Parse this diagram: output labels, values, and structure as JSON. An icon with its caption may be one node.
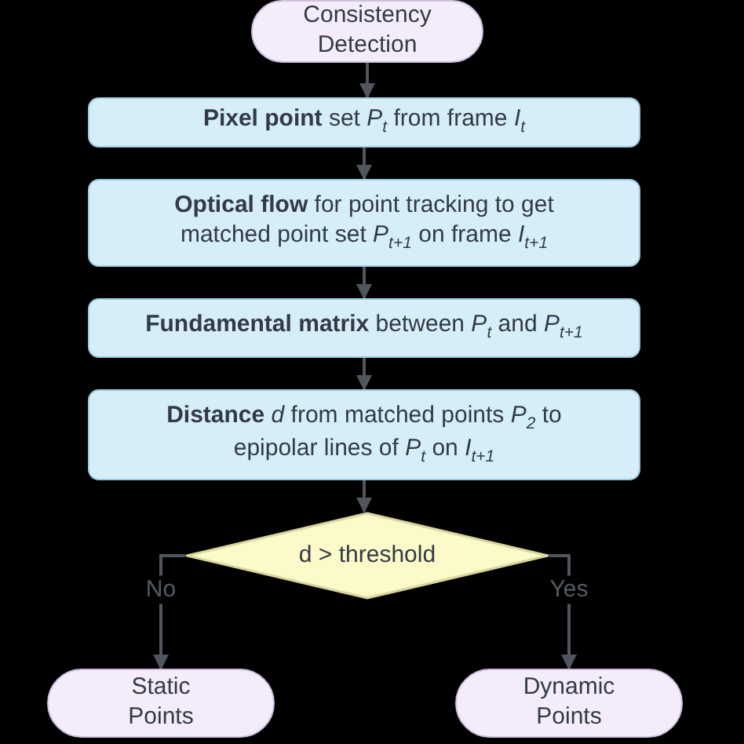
{
  "diagram": {
    "nodes": [
      {
        "text": [
          "Consistency Detection"
        ]
      },
      {
        "text": [
          "**Pixel point** set *P*$_{t}$ from frame *I*$_{t}$"
        ]
      },
      {
        "text": [
          "**Optical flow** for point tracking to get matched point set *P*$_{t+1}$ on frame *I*$_{t+1}$"
        ]
      },
      {
        "text": [
          "**Fundamental matrix** between *P*$_{t}$ and *P*$_{t+1}$"
        ]
      },
      {
        "text": [
          "**Distance** *d* from matched points *P*$_{2}$ to epipolar lines of *P*$_{t}$ on *I*$_{t+1}$"
        ]
      },
      {
        "text": [
          "d > threshold"
        ]
      },
      {
        "text": [
          "Static Points"
        ]
      },
      {
        "text": [
          "Dynamic Points"
        ]
      }
    ],
    "edges": [
      {
        "from": 0,
        "to": 1,
        "arrow": "to"
      },
      {
        "from": 1,
        "to": 2,
        "arrow": "to"
      },
      {
        "from": 2,
        "to": 3,
        "arrow": "to"
      },
      {
        "from": 3,
        "to": 4,
        "arrow": "to"
      },
      {
        "from": 4,
        "to": 5,
        "arrow": "to"
      },
      {
        "from": 5,
        "to": 6,
        "arrow": "to",
        "label": "No"
      },
      {
        "from": 5,
        "to": 7,
        "arrow": "to",
        "label": "Yes"
      }
    ]
  }
}
